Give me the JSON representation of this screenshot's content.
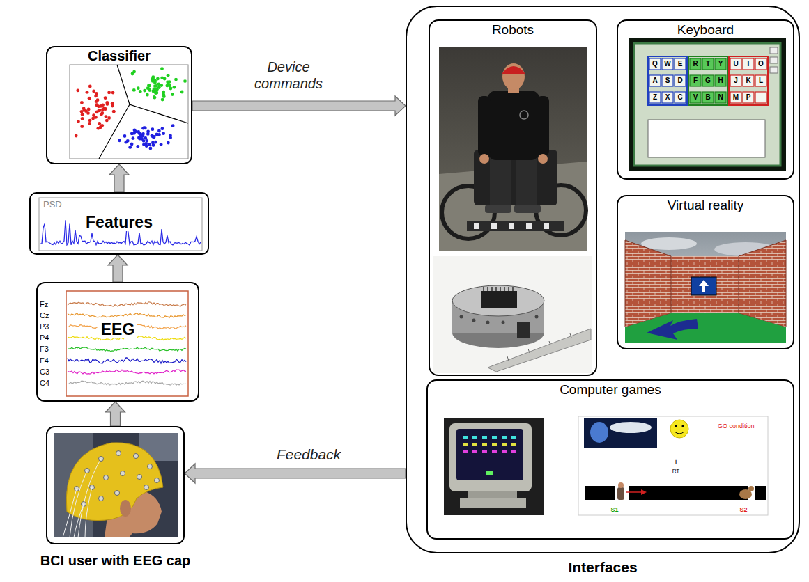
{
  "diagram": {
    "nodes": [
      {
        "text": [
          "Classifier"
        ]
      },
      {
        "text": [
          "Features"
        ]
      },
      {
        "text": [
          "EEG"
        ]
      },
      {
        "text": [
          "BCI user with EEG cap"
        ]
      },
      {
        "text": [
          "Interfaces"
        ]
      },
      {
        "text": [
          "Robots"
        ],
        "in": 4
      },
      {
        "text": [
          "Keyboard"
        ],
        "in": 4
      },
      {
        "text": [
          "Virtual reality"
        ],
        "in": 4
      },
      {
        "text": [
          "Computer games"
        ],
        "in": 4
      }
    ],
    "edges": [
      {
        "from": 3,
        "to": 2,
        "arrow": "to"
      },
      {
        "from": 2,
        "to": 1,
        "arrow": "to"
      },
      {
        "from": 1,
        "to": 0,
        "arrow": "to"
      },
      {
        "from": 0,
        "to": 4,
        "arrow": "to",
        "label": "Device commands"
      },
      {
        "from": 4,
        "to": 3,
        "arrow": "to",
        "label": "Feedback"
      }
    ],
    "labels": [
      "PSD",
      "Fz",
      "Cz",
      "P3",
      "P4",
      "F3",
      "F4",
      "C3",
      "C4",
      "Q",
      "W",
      "E",
      "R",
      "T",
      "Y",
      "U",
      "I",
      "O",
      "A",
      "S",
      "D",
      "F",
      "G",
      "H",
      "J",
      "K",
      "L",
      "Z",
      "X",
      "C",
      "V",
      "B",
      "N",
      "M",
      "P",
      "GO condition",
      "+",
      "RT",
      "S1",
      "S2"
    ]
  }
}
